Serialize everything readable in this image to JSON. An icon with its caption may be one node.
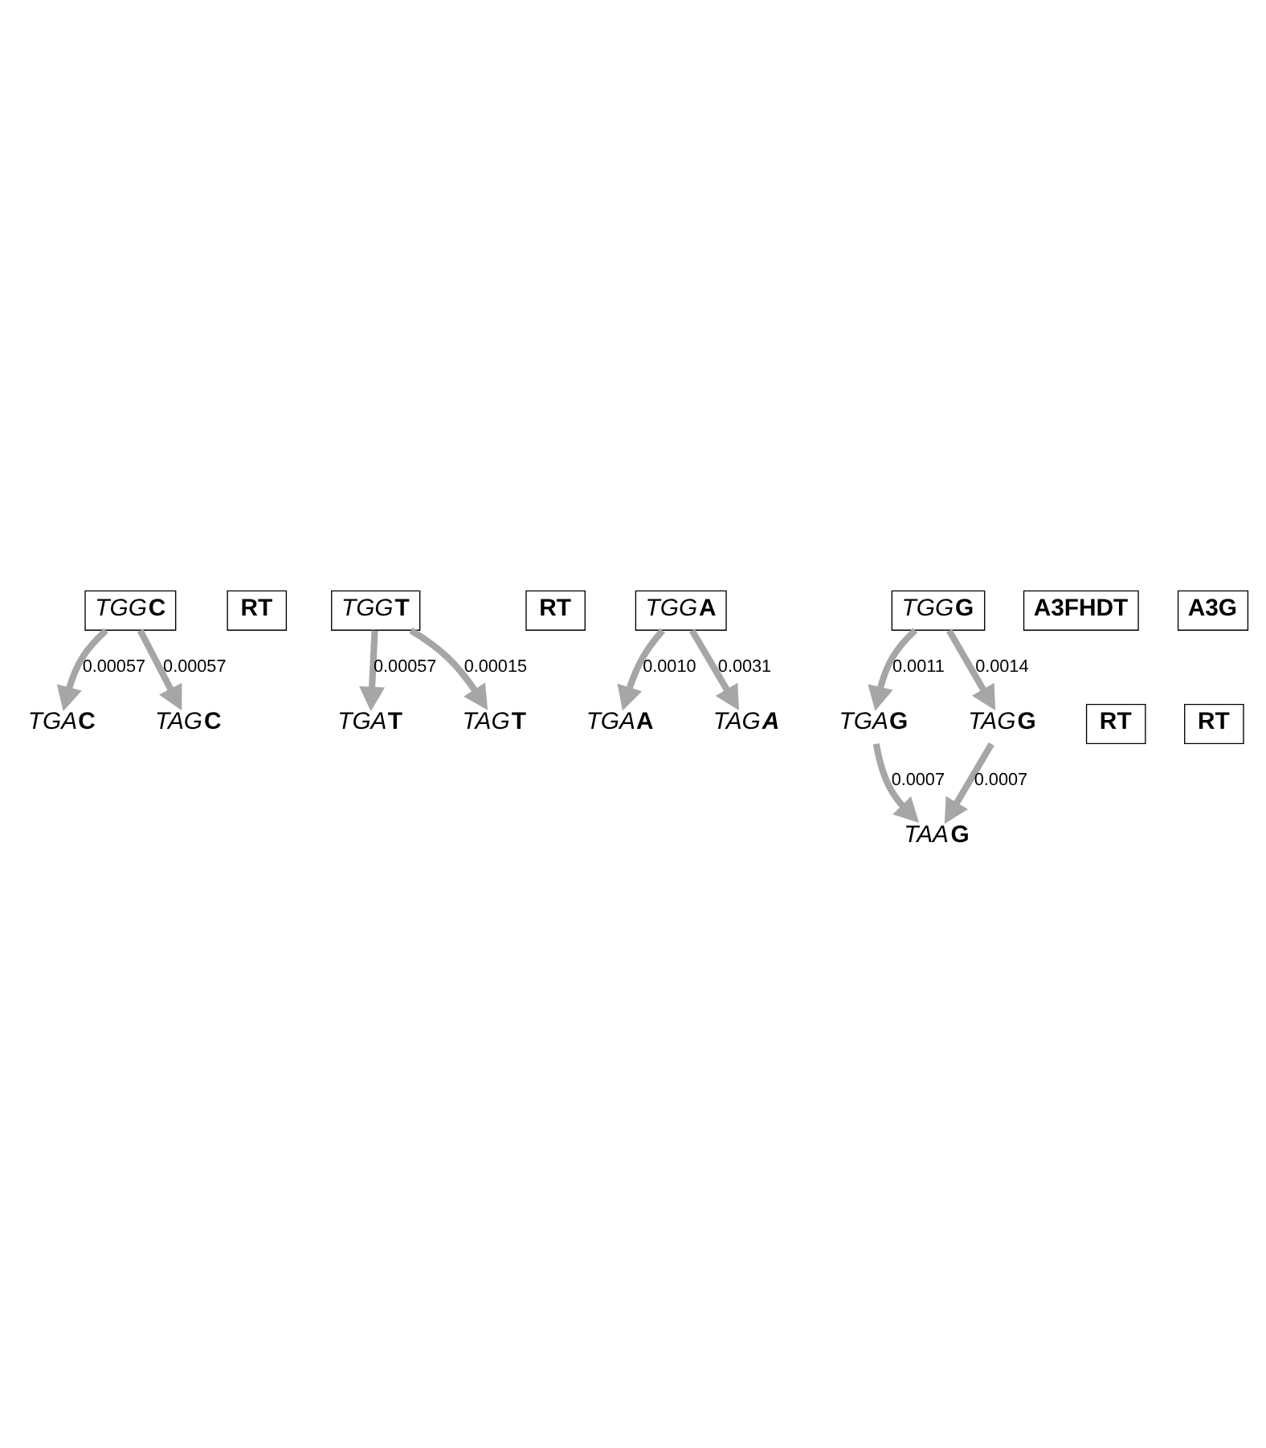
{
  "diagram": {
    "nodes": [
      {
        "text": [
          "TGGC"
        ]
      },
      {
        "text": [
          "RT"
        ]
      },
      {
        "text": [
          "TGGT"
        ]
      },
      {
        "text": [
          "RT"
        ]
      },
      {
        "text": [
          "TGAC"
        ]
      },
      {
        "text": [
          "TAGC"
        ]
      },
      {
        "text": [
          "TGAT"
        ]
      },
      {
        "text": [
          "TAGT"
        ]
      },
      {
        "text": [
          "TGGA"
        ]
      },
      {
        "text": [
          "TGGG"
        ]
      },
      {
        "text": [
          "A3FHDT"
        ]
      },
      {
        "text": [
          "A3G"
        ]
      },
      {
        "text": [
          "TGAA"
        ]
      },
      {
        "text": [
          "TAGA"
        ]
      },
      {
        "text": [
          "TGAG"
        ]
      },
      {
        "text": [
          "TAGG"
        ]
      },
      {
        "text": [
          "RT"
        ]
      },
      {
        "text": [
          "RT"
        ]
      },
      {
        "text": [
          "TAAG"
        ]
      }
    ],
    "edges": [
      {
        "from": 0,
        "to": 4,
        "arrow": "to",
        "label": "0.00057"
      },
      {
        "from": 0,
        "to": 5,
        "arrow": "to",
        "label": "0.00057"
      },
      {
        "from": 2,
        "to": 6,
        "arrow": "to",
        "label": "0.00057"
      },
      {
        "from": 2,
        "to": 7,
        "arrow": "to",
        "label": "0.00015"
      },
      {
        "from": 8,
        "to": 12,
        "arrow": "to",
        "label": "0.0010"
      },
      {
        "from": 8,
        "to": 13,
        "arrow": "to",
        "label": "0.0031"
      },
      {
        "from": 9,
        "to": 14,
        "arrow": "to",
        "label": "0.0011"
      },
      {
        "from": 9,
        "to": 15,
        "arrow": "to",
        "label": "0.0014"
      },
      {
        "from": 14,
        "to": 18,
        "arrow": "to",
        "label": "0.0007"
      },
      {
        "from": 15,
        "to": 18,
        "arrow": "to",
        "label": "0.0007"
      }
    ]
  }
}
